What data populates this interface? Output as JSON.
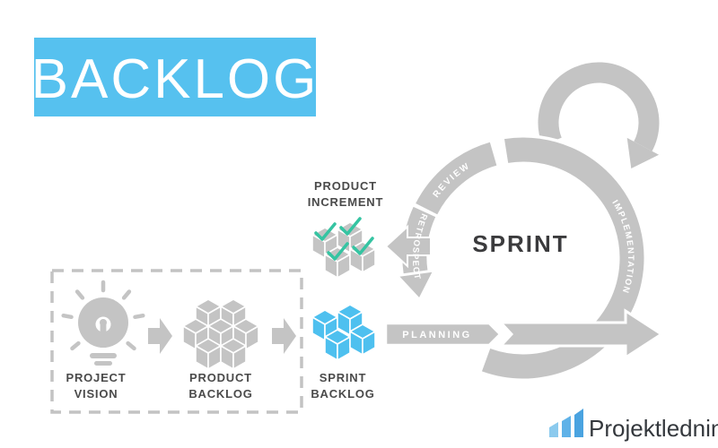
{
  "banner": {
    "title": "BACKLOG",
    "bg_color": "#56C1EF",
    "text_color": "#FFFFFF"
  },
  "flow": {
    "stages": [
      {
        "id": "project-vision",
        "label_line1": "PROJECT",
        "label_line2": "VISION"
      },
      {
        "id": "product-backlog",
        "label_line1": "PRODUCT",
        "label_line2": "BACKLOG"
      },
      {
        "id": "sprint-backlog",
        "label_line1": "SPRINT",
        "label_line2": "BACKLOG"
      },
      {
        "id": "product-increment",
        "label_line1": "PRODUCT",
        "label_line2": "INCREMENT"
      }
    ]
  },
  "sprint_cycle": {
    "center_label": "SPRINT",
    "planning_label": "PLANNING",
    "review_label": "REVIEW",
    "retrospect_label": "RETROSPECT",
    "implementation_label": "IMPLEMENTATION"
  },
  "colors": {
    "diagram_gray": "#C4C4C4",
    "cube_blue": "#4EC0EF",
    "check_teal": "#35C4A2",
    "label_dark": "#4A4A4A",
    "sprint_text": "#3B3B3D"
  },
  "footer": {
    "brand": "Projektledning",
    "bar_colors": [
      "#8BCAEE",
      "#5FB2E8",
      "#4AA3E0"
    ],
    "text_color": "#34383D"
  }
}
